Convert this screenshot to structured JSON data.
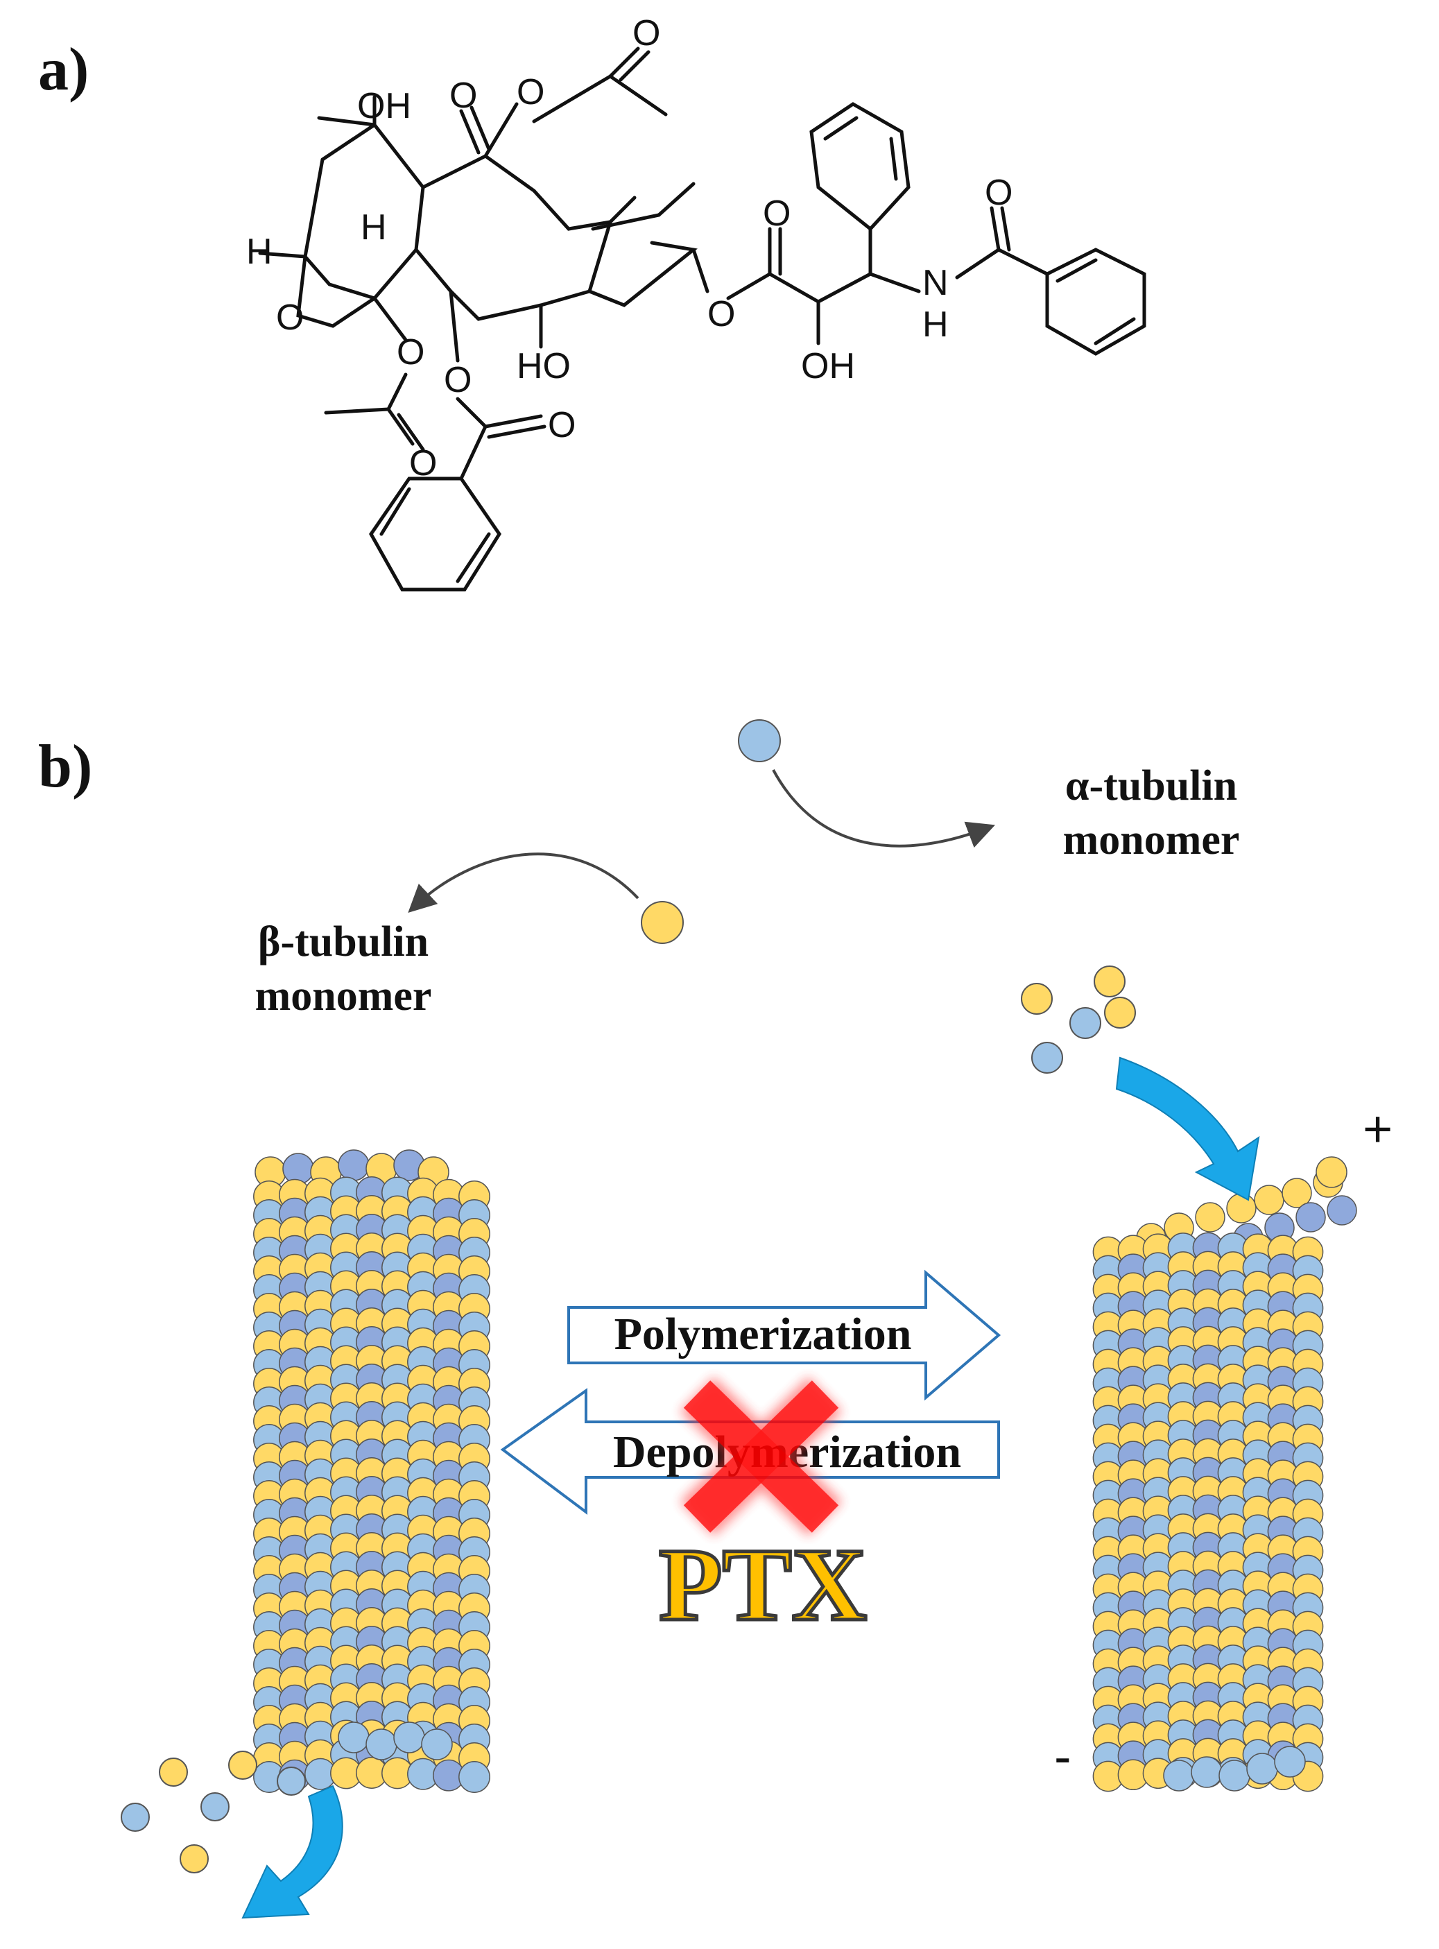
{
  "panels": {
    "a": "a)",
    "b": "b)"
  },
  "structure": {
    "atoms": {
      "oh_top": "OH",
      "o_ketone": "O",
      "o_acetyl_top": "O",
      "o_ester_top": "O",
      "h_left": "H",
      "h_mid": "H",
      "o_oxetane": "O",
      "o_acetate": "O",
      "o_acetate_co": "O",
      "o_benzoate": "O",
      "o_benzoate_co": "O",
      "ho_bottom": "HO",
      "o_sidechain": "O",
      "o_sidechain_co": "O",
      "oh_sidechain": "OH",
      "nh_n": "N",
      "nh_h": "H",
      "o_amide": "O"
    }
  },
  "labels": {
    "alpha_tubulin": [
      "α-tubulin",
      "monomer"
    ],
    "beta_tubulin": [
      "β-tubulin",
      "monomer"
    ],
    "polymerization": "Polymerization",
    "depolymerization": "Depolymerization",
    "ptx": "PTX",
    "plus": "+",
    "minus": "-"
  },
  "colors": {
    "alpha": "#9dc3e6",
    "alpha_dark": "#8fa9dc",
    "beta": "#ffd966",
    "arrow_blue": "#1aa7e8",
    "outline_arrow": "#2e75b6",
    "cross_red": "#ff0000",
    "ptx_fill": "#ffc000"
  }
}
